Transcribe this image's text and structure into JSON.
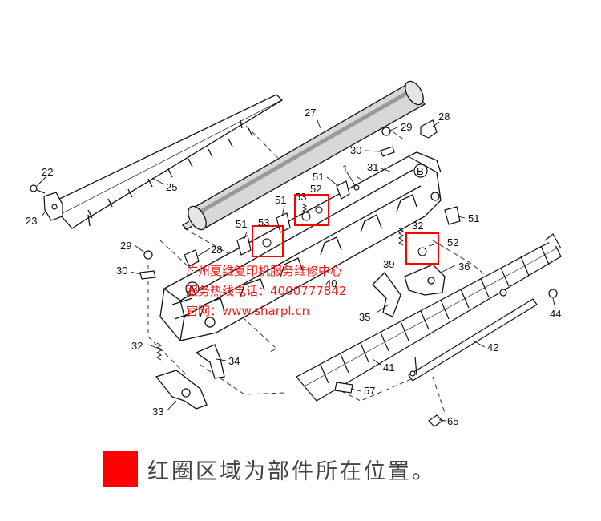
{
  "labels": [
    "27",
    "28",
    "29",
    "30",
    "22",
    "23",
    "25",
    "51",
    "1",
    "31",
    "53",
    "52",
    "29",
    "28",
    "51",
    "53",
    "51",
    "52",
    "51",
    "30",
    "32",
    "52",
    "39",
    "36",
    "40",
    "35",
    "32",
    "34",
    "33",
    "41",
    "57",
    "42",
    "44",
    "65",
    "B",
    "A"
  ],
  "watermark": {
    "line1": "广州夏维复印机服务维修中心",
    "line2": "服务热线电话：4000777842",
    "line3": "官网：www.sharpl.cn"
  },
  "legend": {
    "text": "红圈区域为部件所在位置。",
    "color": "#ff0000"
  }
}
